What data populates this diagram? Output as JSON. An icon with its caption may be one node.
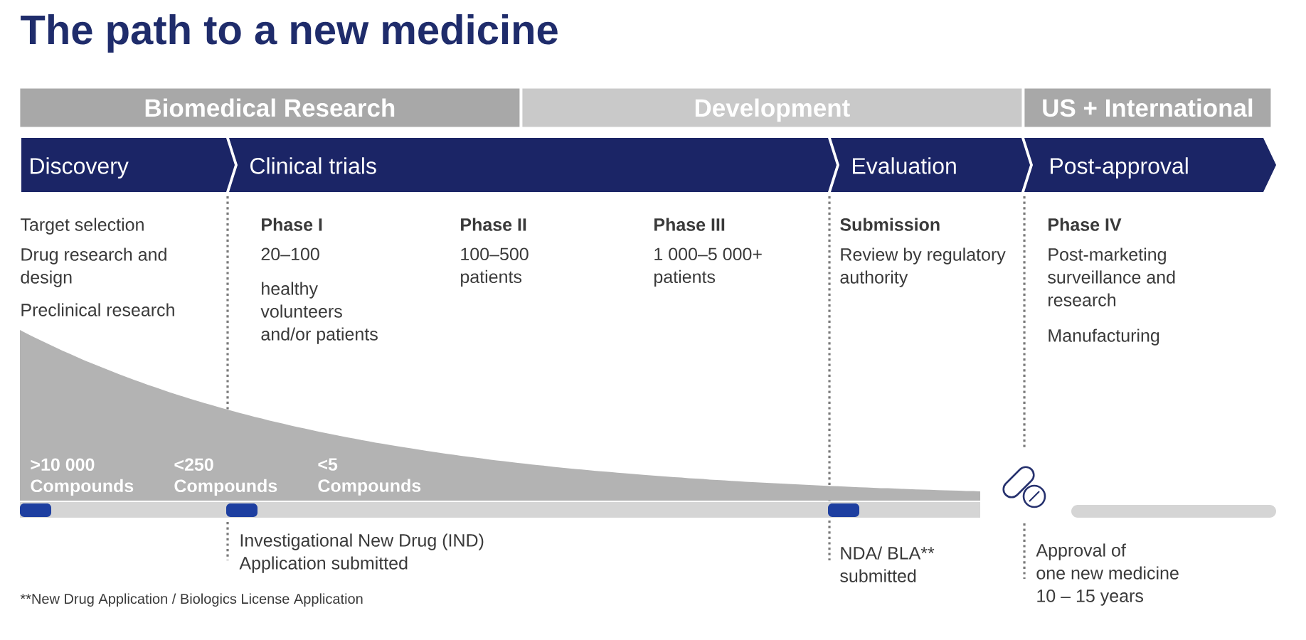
{
  "diagram": {
    "title": "The path to a new medicine",
    "nodes": [
      {
        "text": [
          "Biomedical Research"
        ]
      },
      {
        "text": [
          "Development"
        ]
      },
      {
        "text": [
          "US + International"
        ]
      },
      {
        "text": [
          "Discovery"
        ]
      },
      {
        "text": [
          "Clinical trials"
        ]
      },
      {
        "text": [
          "Evaluation"
        ]
      },
      {
        "text": [
          "Post-approval"
        ]
      },
      {
        "text": [
          ">10 000 Compounds",
          "<250 Compounds",
          "<5 Compounds"
        ]
      }
    ],
    "labels": [
      "Target selection",
      "Drug research and design",
      "Preclinical research",
      "Phase I",
      "20–100",
      "healthy volunteers and/or patients",
      "Phase II",
      "100–500 patients",
      "Phase III",
      "1 000–5 000+ patients",
      "Submission",
      "Review by regulatory authority",
      "Phase IV",
      "Post-marketing surveillance and research",
      "Manufacturing",
      "Investigational New Drug (IND) Application submitted",
      "NDA/ BLA** submitted",
      "Approval of one new medicine 10 – 15 years",
      "**New Drug Application / Biologics License Application"
    ]
  }
}
